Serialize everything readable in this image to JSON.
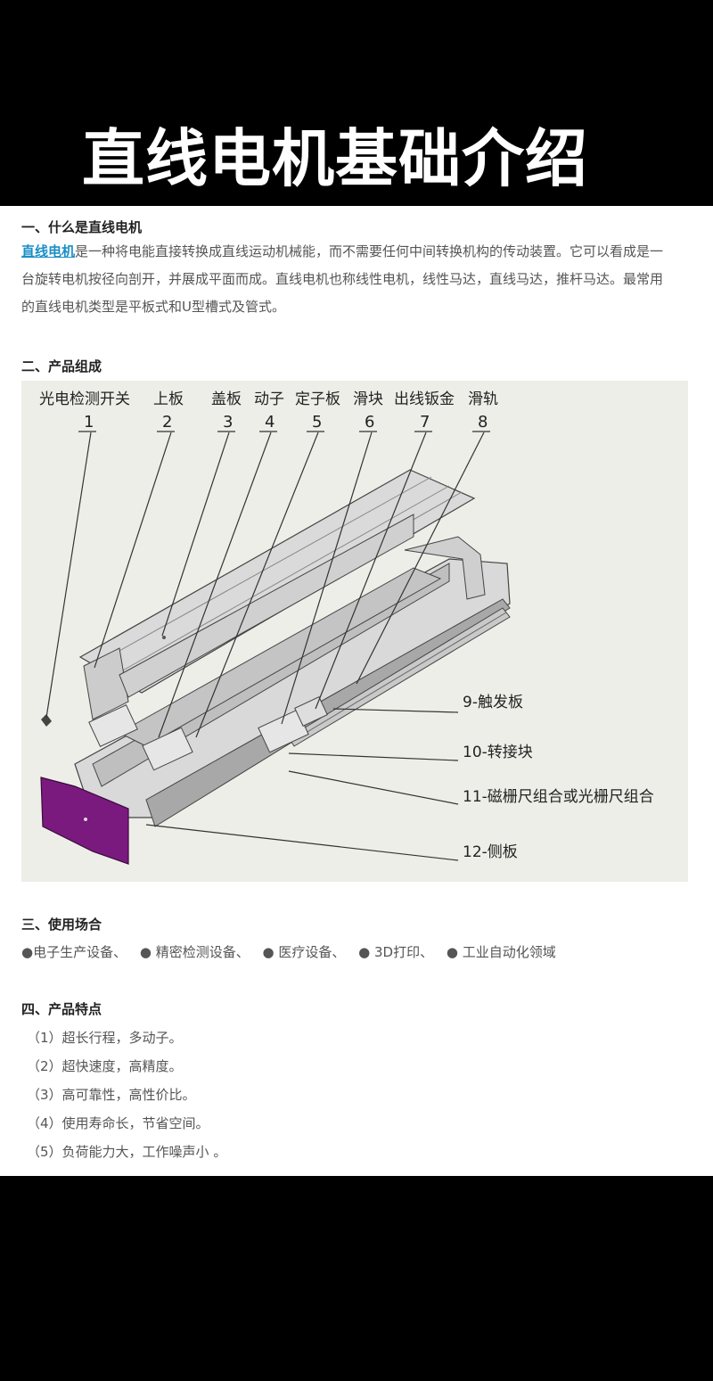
{
  "banner": {
    "title": "直线电机基础介绍"
  },
  "section1": {
    "heading": "一、什么是直线电机",
    "link_text": "直线电机",
    "line1": "是一种将电能直接转换成直线运动机械能，而不需要任何中间转换机构的传动装置。它可以看成是一",
    "line2": "台旋转电机按径向剖开，并展成平面而成。直线电机也称线性电机，线性马达，直线马达，推杆马达。最常用",
    "line3": "的直线电机类型是平板式和U型槽式及管式。"
  },
  "section2": {
    "heading": "二、产品组成",
    "top_labels": [
      "光电检测开关",
      "上板",
      "盖板",
      "动子",
      "定子板",
      "滑块",
      "出线钣金",
      "滑轨"
    ],
    "top_numbers": [
      "1",
      "2",
      "3",
      "4",
      "5",
      "6",
      "7",
      "8"
    ],
    "side_labels": [
      "9-触发板",
      "10-转接块",
      "11-磁栅尺组合或光栅尺组合",
      "12-侧板"
    ],
    "colors": {
      "figure_bg": "#eeeee8",
      "side_plate": "#7a1a7e",
      "line": "#333333"
    }
  },
  "section3": {
    "heading": "三、使用场合",
    "items": [
      "●电子生产设备、",
      "● 精密检测设备、",
      "● 医疗设备、",
      "● 3D打印、",
      "● 工业自动化领域"
    ]
  },
  "section4": {
    "heading": "四、产品特点",
    "items": [
      "（1）超长行程，多动子。",
      "（2）超快速度，高精度。",
      "（3）高可靠性，高性价比。",
      "（4）使用寿命长，节省空间。",
      "（5）负荷能力大，工作噪声小 。"
    ]
  }
}
